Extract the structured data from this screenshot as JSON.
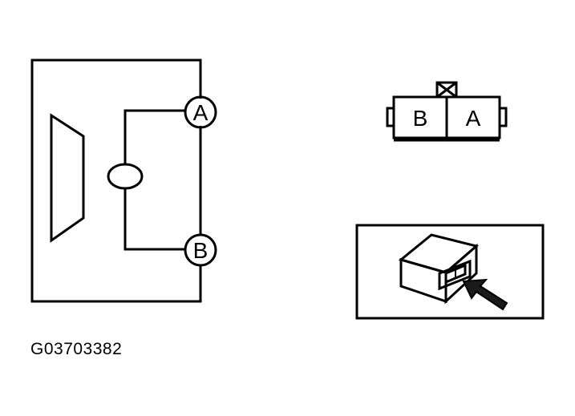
{
  "figure_id": "G03703382",
  "schematic": {
    "pin_a_label": "A",
    "pin_b_label": "B"
  },
  "connector_face": {
    "left_cavity_label": "B",
    "right_cavity_label": "A"
  },
  "colors": {
    "line": "#000000",
    "background": "#ffffff",
    "arrow_fill": "#1a1a1a"
  }
}
